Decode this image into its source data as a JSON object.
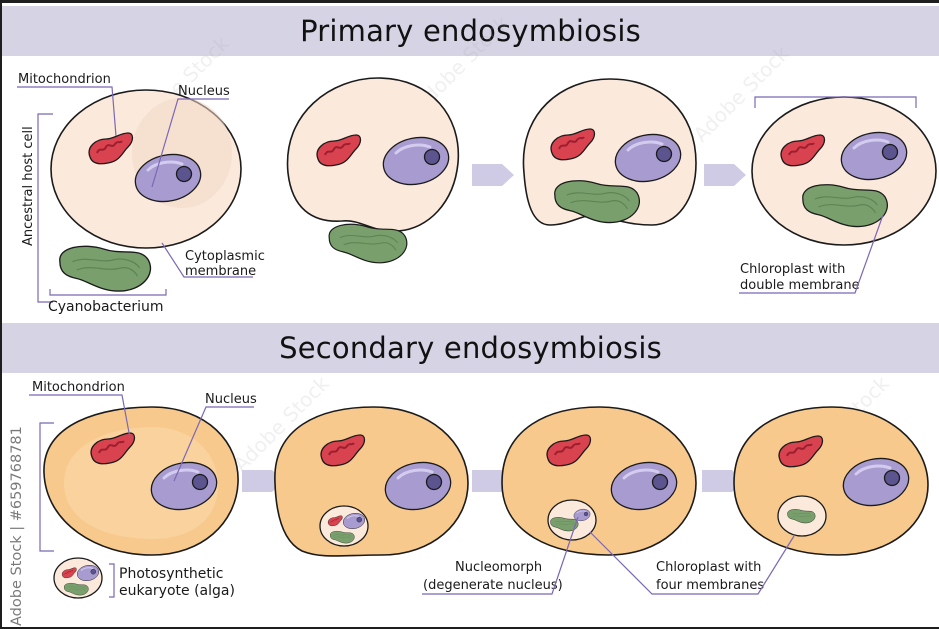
{
  "sections": {
    "primary": {
      "title": "Primary endosymbiosis",
      "labels": {
        "mitochondrion": "Mitochondrion",
        "nucleus": "Nucleus",
        "ancestral_host_cell": "Ancestral host cell",
        "cytoplasmic_membrane_line1": "Cytoplasmic",
        "cytoplasmic_membrane_line2": "membrane",
        "cyanobacterium": "Cyanobacterium",
        "chloroplast_line1": "Chloroplast with",
        "chloroplast_line2": "double membrane"
      }
    },
    "secondary": {
      "title": "Secondary endosymbiosis",
      "labels": {
        "mitochondrion": "Mitochondrion",
        "nucleus": "Nucleus",
        "alga_line1": "Photosynthetic",
        "alga_line2": "eukaryote (alga)",
        "nucleomorph_line1": "Nucleomorph",
        "nucleomorph_line2": "(degenerate nucleus)",
        "chloroplast_line1": "Chloroplast with",
        "chloroplast_line2": "four membranes"
      }
    }
  },
  "watermark": {
    "vertical_text": "Adobe Stock | #659768781",
    "diagonal_text": "Adobe Stock"
  },
  "colors": {
    "band": "#d6d3e5",
    "primary_cytoplasm": "#fbe9dc",
    "secondary_cytoplasm": "#f7c98d",
    "mitochondrion": "#d9434f",
    "nucleus": "#a79bd0",
    "nucleolus": "#5c548e",
    "chloroplast": "#79a06c",
    "leader_line": "#7b68b5",
    "arrow": "#cfcbe5"
  }
}
